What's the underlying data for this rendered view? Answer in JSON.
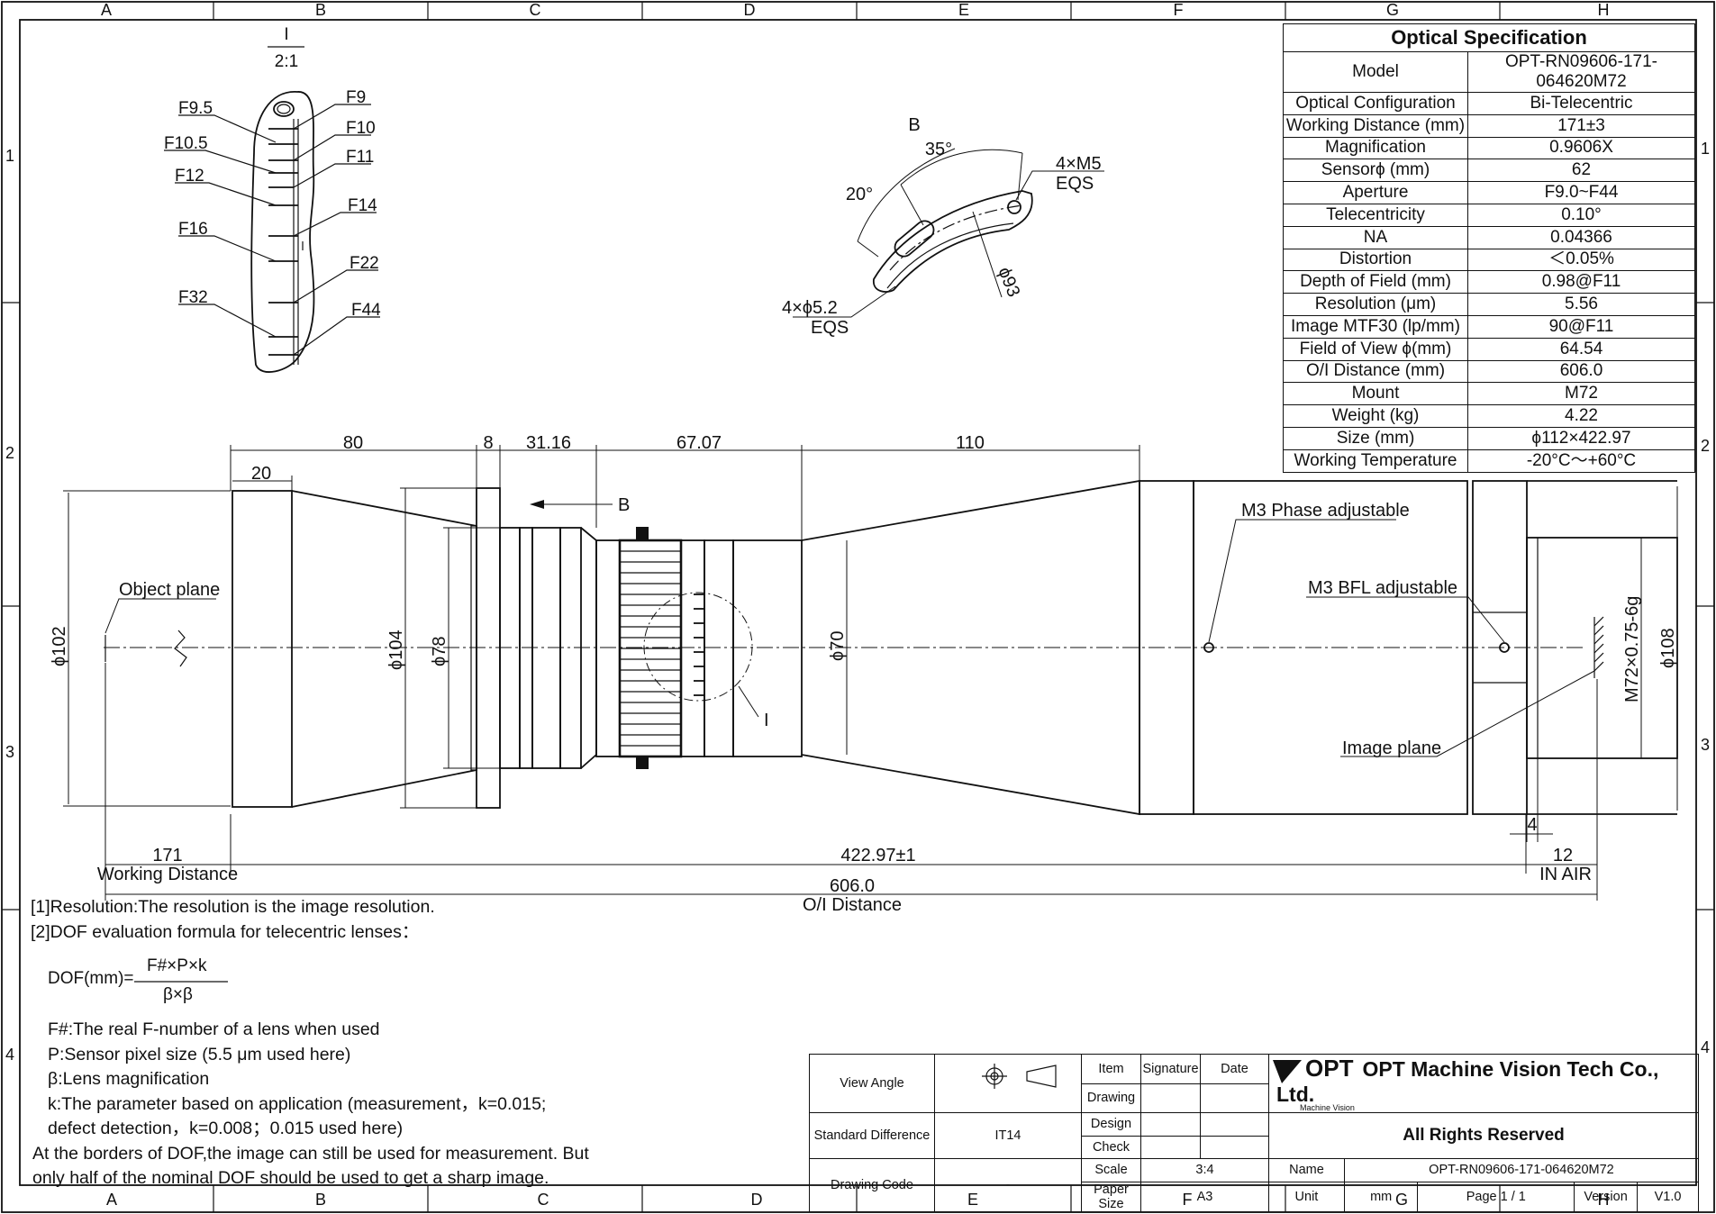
{
  "grid": {
    "cols": [
      "A",
      "B",
      "C",
      "D",
      "E",
      "F",
      "G",
      "H"
    ],
    "rows": [
      "1",
      "2",
      "3",
      "4"
    ]
  },
  "detail_i": {
    "label": "I",
    "scale": "2:1",
    "aperture_marks": [
      "F9.5",
      "F9",
      "F10.5",
      "F10",
      "F11",
      "F12",
      "F14",
      "F16",
      "F22",
      "F32",
      "F44"
    ]
  },
  "view_b": {
    "label": "B",
    "angle_35": "35°",
    "angle_20": "20°",
    "hole_m5_a": "4×M5",
    "hole_m5_b": "EQS",
    "dia": "ϕ93",
    "hole_52_a": "4×ϕ5.2",
    "hole_52_b": "EQS"
  },
  "spec": {
    "title": "Optical Specification",
    "rows": [
      [
        "Model",
        "OPT-RN09606-171-064620M72"
      ],
      [
        "Optical Configuration",
        "Bi-Telecentric"
      ],
      [
        "Working Distance (mm)",
        "171±3"
      ],
      [
        "Magnification",
        "0.9606X"
      ],
      [
        "Sensorϕ (mm)",
        "62"
      ],
      [
        "Aperture",
        "F9.0~F44"
      ],
      [
        "Telecentricity",
        "0.10°"
      ],
      [
        "NA",
        "0.04366"
      ],
      [
        "Distortion",
        "＜0.05%"
      ],
      [
        "Depth of Field (mm)",
        "0.98@F11"
      ],
      [
        "Resolution (μm)",
        "5.56"
      ],
      [
        "Image MTF30 (lp/mm)",
        "90@F11"
      ],
      [
        "Field of View ϕ(mm)",
        "64.54"
      ],
      [
        "O/I Distance (mm)",
        "606.0"
      ],
      [
        "Mount",
        "M72"
      ],
      [
        "Weight (kg)",
        "4.22"
      ],
      [
        "Size (mm)",
        "ϕ112×422.97"
      ],
      [
        "Working Temperature",
        "-20°C～+60°C"
      ]
    ]
  },
  "dims": {
    "d80": "80",
    "d8": "8",
    "d31": "31.16",
    "d67": "67.07",
    "d110": "110",
    "d20": "20",
    "b_arrow": "B",
    "dia102": "ϕ102",
    "dia104": "ϕ104",
    "dia78": "ϕ78",
    "dia70": "ϕ70",
    "dia108": "ϕ108",
    "m72": "M72×0.75-6g",
    "d4": "4",
    "d171": "171",
    "wd": "Working Distance",
    "d422": "422.97±1",
    "d12": "12",
    "inair": "IN AIR",
    "d606": "606.0",
    "oi": "O/I Distance",
    "obj": "Object plane",
    "img": "Image plane",
    "phase": "M3 Phase adjustable",
    "bfl": "M3 BFL adjustable",
    "detail_ref": "I"
  },
  "notes": {
    "n1": "[1]Resolution:The resolution is  the image resolution.",
    "n2": "[2]DOF evaluation formula for telecentric lenses：",
    "dof_lhs": "DOF(mm)=",
    "dof_num": "F#×P×k",
    "dof_den": "β×β",
    "f": "F#:The real F-number of a lens when used",
    "p": "P:Sensor pixel size (5.5 μm used here)",
    "b": "β:Lens magnification",
    "k1": "k:The parameter based on application (measurement，k=0.015;",
    "k2": "defect detection，k=0.008；0.015 used here)",
    "l1": "At the borders of DOF,the image can still be used for measurement. But",
    "l2": "only half of the nominal DOF should be used to get a sharp image."
  },
  "title_block": {
    "view_angle": "View Angle",
    "std_diff": "Standard Difference",
    "it14": "IT14",
    "drawing_code": "Drawing Code",
    "code_val": "-",
    "item": "Item",
    "signature": "Signature",
    "date": "Date",
    "drawing": "Drawing",
    "design": "Design",
    "check": "Check",
    "scale": "Scale",
    "scale_val": "3:4",
    "paper": "Paper Size",
    "paper_val": "A3",
    "logo": "OPT",
    "logo_sub": "Machine Vision",
    "company": "OPT Machine Vision Tech Co., Ltd.",
    "rights": "All Rights Reserved",
    "name": "Name",
    "name_val": "OPT-RN09606-171-064620M72",
    "unit": "Unit",
    "unit_val": "mm",
    "page": "Page  1 / 1",
    "version": "Version",
    "version_val": "V1.0"
  },
  "colors": {
    "ink": "#111111",
    "paper": "#ffffff"
  }
}
